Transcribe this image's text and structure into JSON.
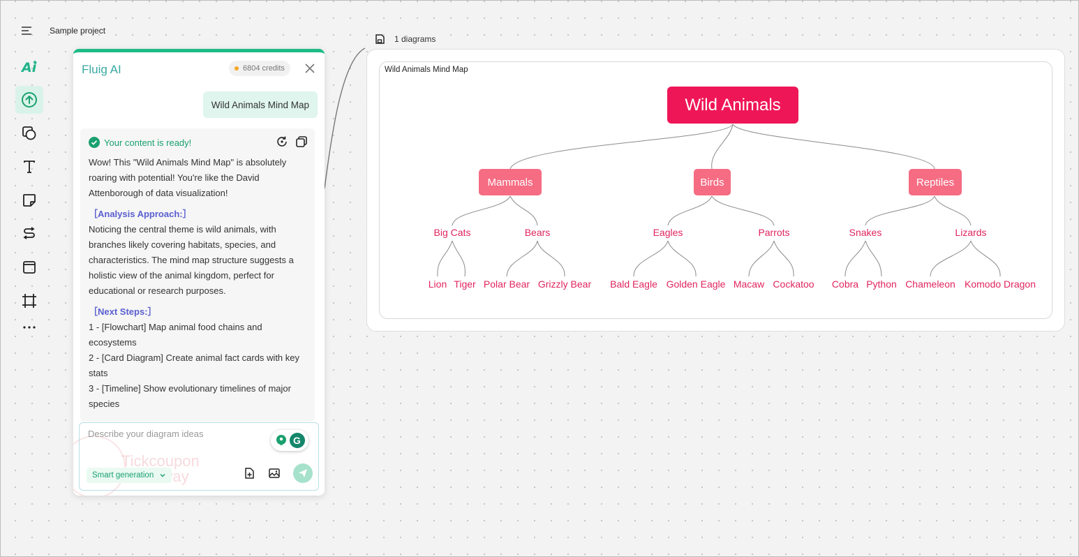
{
  "app": {
    "project_name": "Sample project"
  },
  "toolbar": {
    "items": [
      {
        "name": "ai-tool",
        "icon": "ai-icon",
        "label": "Ai"
      },
      {
        "name": "upload-tool",
        "icon": "arrow-up-circle-icon"
      },
      {
        "name": "shapes-tool",
        "icon": "shapes-icon"
      },
      {
        "name": "text-tool",
        "icon": "text-icon"
      },
      {
        "name": "sticky-note-tool",
        "icon": "sticky-note-icon"
      },
      {
        "name": "connector-tool",
        "icon": "connector-icon"
      },
      {
        "name": "frame-tool",
        "icon": "frame-icon"
      },
      {
        "name": "crop-tool",
        "icon": "crop-icon"
      },
      {
        "name": "more-tool",
        "icon": "more-icon"
      }
    ]
  },
  "ai_panel": {
    "title": "Fluig AI",
    "credits": "6804 credits",
    "user_message": "Wild Animals Mind Map",
    "status": "Your content is ready!",
    "intro": "Wow! This \"Wild Animals Mind Map\" is absolutely roaring with potential! You're like the David Attenborough of data visualization!",
    "analysis_heading": "［Analysis Approach:］",
    "analysis_text": "Noticing the central theme is wild animals, with branches likely covering habitats, species, and characteristics. The mind map structure suggests a holistic view of the animal kingdom, perfect for educational or research purposes.",
    "next_heading": "［Next Steps:］",
    "steps": [
      "1 - [Flowchart] Map animal food chains and ecosystems",
      "2 - [Card Diagram] Create animal fact cards with key stats",
      "3 - [Timeline] Show evolutionary timelines of major species"
    ],
    "input_placeholder": "Describe your diagram ideas",
    "mode_select": "Smart generation",
    "watermark_line1": "Tickcoupon",
    "watermark_line2": "Giveaway"
  },
  "canvas": {
    "diagram_count": "1 diagrams",
    "diagram_title": "Wild Animals Mind Map",
    "colors": {
      "root": "#ef1657",
      "branch": "#f56c83",
      "leaf_text": "#e1245e"
    }
  },
  "mindmap": {
    "root": "Wild Animals",
    "branches": [
      {
        "label": "Mammals",
        "groups": [
          {
            "label": "Big Cats",
            "leaves": [
              "Lion",
              "Tiger"
            ]
          },
          {
            "label": "Bears",
            "leaves": [
              "Polar Bear",
              "Grizzly Bear"
            ]
          }
        ]
      },
      {
        "label": "Birds",
        "groups": [
          {
            "label": "Eagles",
            "leaves": [
              "Bald Eagle",
              "Golden Eagle"
            ]
          },
          {
            "label": "Parrots",
            "leaves": [
              "Macaw",
              "Cockatoo"
            ]
          }
        ]
      },
      {
        "label": "Reptiles",
        "groups": [
          {
            "label": "Snakes",
            "leaves": [
              "Cobra",
              "Python"
            ]
          },
          {
            "label": "Lizards",
            "leaves": [
              "Chameleon",
              "Komodo Dragon"
            ]
          }
        ]
      }
    ]
  }
}
